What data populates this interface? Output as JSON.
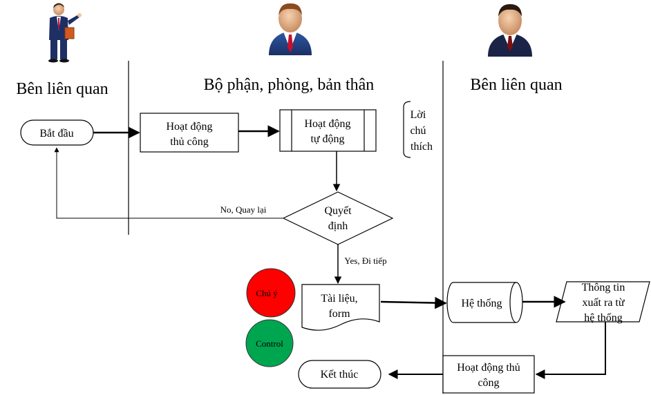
{
  "lanes": {
    "left": "Bên liên quan",
    "middle": "Bộ phận, phòng, bản thân",
    "right": "Bên liên quan"
  },
  "nodes": {
    "start": "Bắt đầu",
    "manual": [
      "Hoạt động",
      "thủ công"
    ],
    "auto": [
      "Hoạt động",
      "tự động"
    ],
    "comment": [
      "Lời",
      "chú",
      "thích"
    ],
    "decision": [
      "Quyết",
      "định"
    ],
    "document": [
      "Tài liệu,",
      "form"
    ],
    "system": "Hệ thống",
    "output": [
      "Thông tin",
      "xuất ra từ",
      "hệ thống"
    ],
    "manual2": [
      "Hoạt động thủ",
      "công"
    ],
    "end": "Kết thúc"
  },
  "edges": {
    "no_label": "No, Quay lại",
    "yes_label": "Yes, Đi tiếp"
  },
  "legend": {
    "note": "Chú ý",
    "control": "Control"
  },
  "colors": {
    "note_fill": "#ff0000",
    "control_fill": "#00a550",
    "suit_blue": "#1f3d7a",
    "tie_red": "#c8102e"
  }
}
